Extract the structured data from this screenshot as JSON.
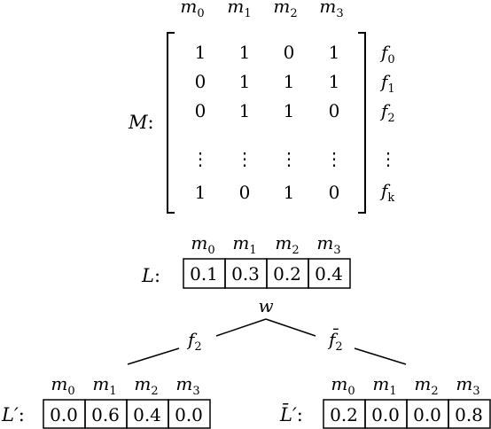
{
  "matrix": {
    "label": "M",
    "colon": ":",
    "columns": [
      {
        "base": "m",
        "sub": "0"
      },
      {
        "base": "m",
        "sub": "1"
      },
      {
        "base": "m",
        "sub": "2"
      },
      {
        "base": "m",
        "sub": "3"
      }
    ],
    "rows": [
      {
        "values": [
          "1",
          "1",
          "0",
          "1"
        ],
        "label": {
          "base": "f",
          "sub": "0"
        }
      },
      {
        "values": [
          "0",
          "1",
          "1",
          "1"
        ],
        "label": {
          "base": "f",
          "sub": "1"
        }
      },
      {
        "values": [
          "0",
          "1",
          "1",
          "0"
        ],
        "label": {
          "base": "f",
          "sub": "2"
        }
      },
      {
        "values": [
          "⋮",
          "⋮",
          "⋮",
          "⋮"
        ],
        "label": {
          "base": "⋮",
          "sub": ""
        }
      },
      {
        "values": [
          "1",
          "0",
          "1",
          "0"
        ],
        "label": {
          "base": "f",
          "sub": "k"
        }
      }
    ]
  },
  "vector_L": {
    "label": "L",
    "colon": ":",
    "headers": [
      {
        "base": "m",
        "sub": "0"
      },
      {
        "base": "m",
        "sub": "1"
      },
      {
        "base": "m",
        "sub": "2"
      },
      {
        "base": "m",
        "sub": "3"
      }
    ],
    "values": [
      "0.1",
      "0.3",
      "0.2",
      "0.4"
    ]
  },
  "tree": {
    "root": "w",
    "left_branch": {
      "base": "f",
      "sub": "2"
    },
    "right_branch": {
      "base": "f̄",
      "sub": "2"
    }
  },
  "vector_L_prime": {
    "label": "L′",
    "colon": ":",
    "headers": [
      {
        "base": "m",
        "sub": "0"
      },
      {
        "base": "m",
        "sub": "1"
      },
      {
        "base": "m",
        "sub": "2"
      },
      {
        "base": "m",
        "sub": "3"
      }
    ],
    "values": [
      "0.0",
      "0.6",
      "0.4",
      "0.0"
    ]
  },
  "vector_L_bar_prime": {
    "label": "L̄′",
    "colon": ":",
    "headers": [
      {
        "base": "m",
        "sub": "0"
      },
      {
        "base": "m",
        "sub": "1"
      },
      {
        "base": "m",
        "sub": "2"
      },
      {
        "base": "m",
        "sub": "3"
      }
    ],
    "values": [
      "0.2",
      "0.0",
      "0.0",
      "0.8"
    ]
  }
}
